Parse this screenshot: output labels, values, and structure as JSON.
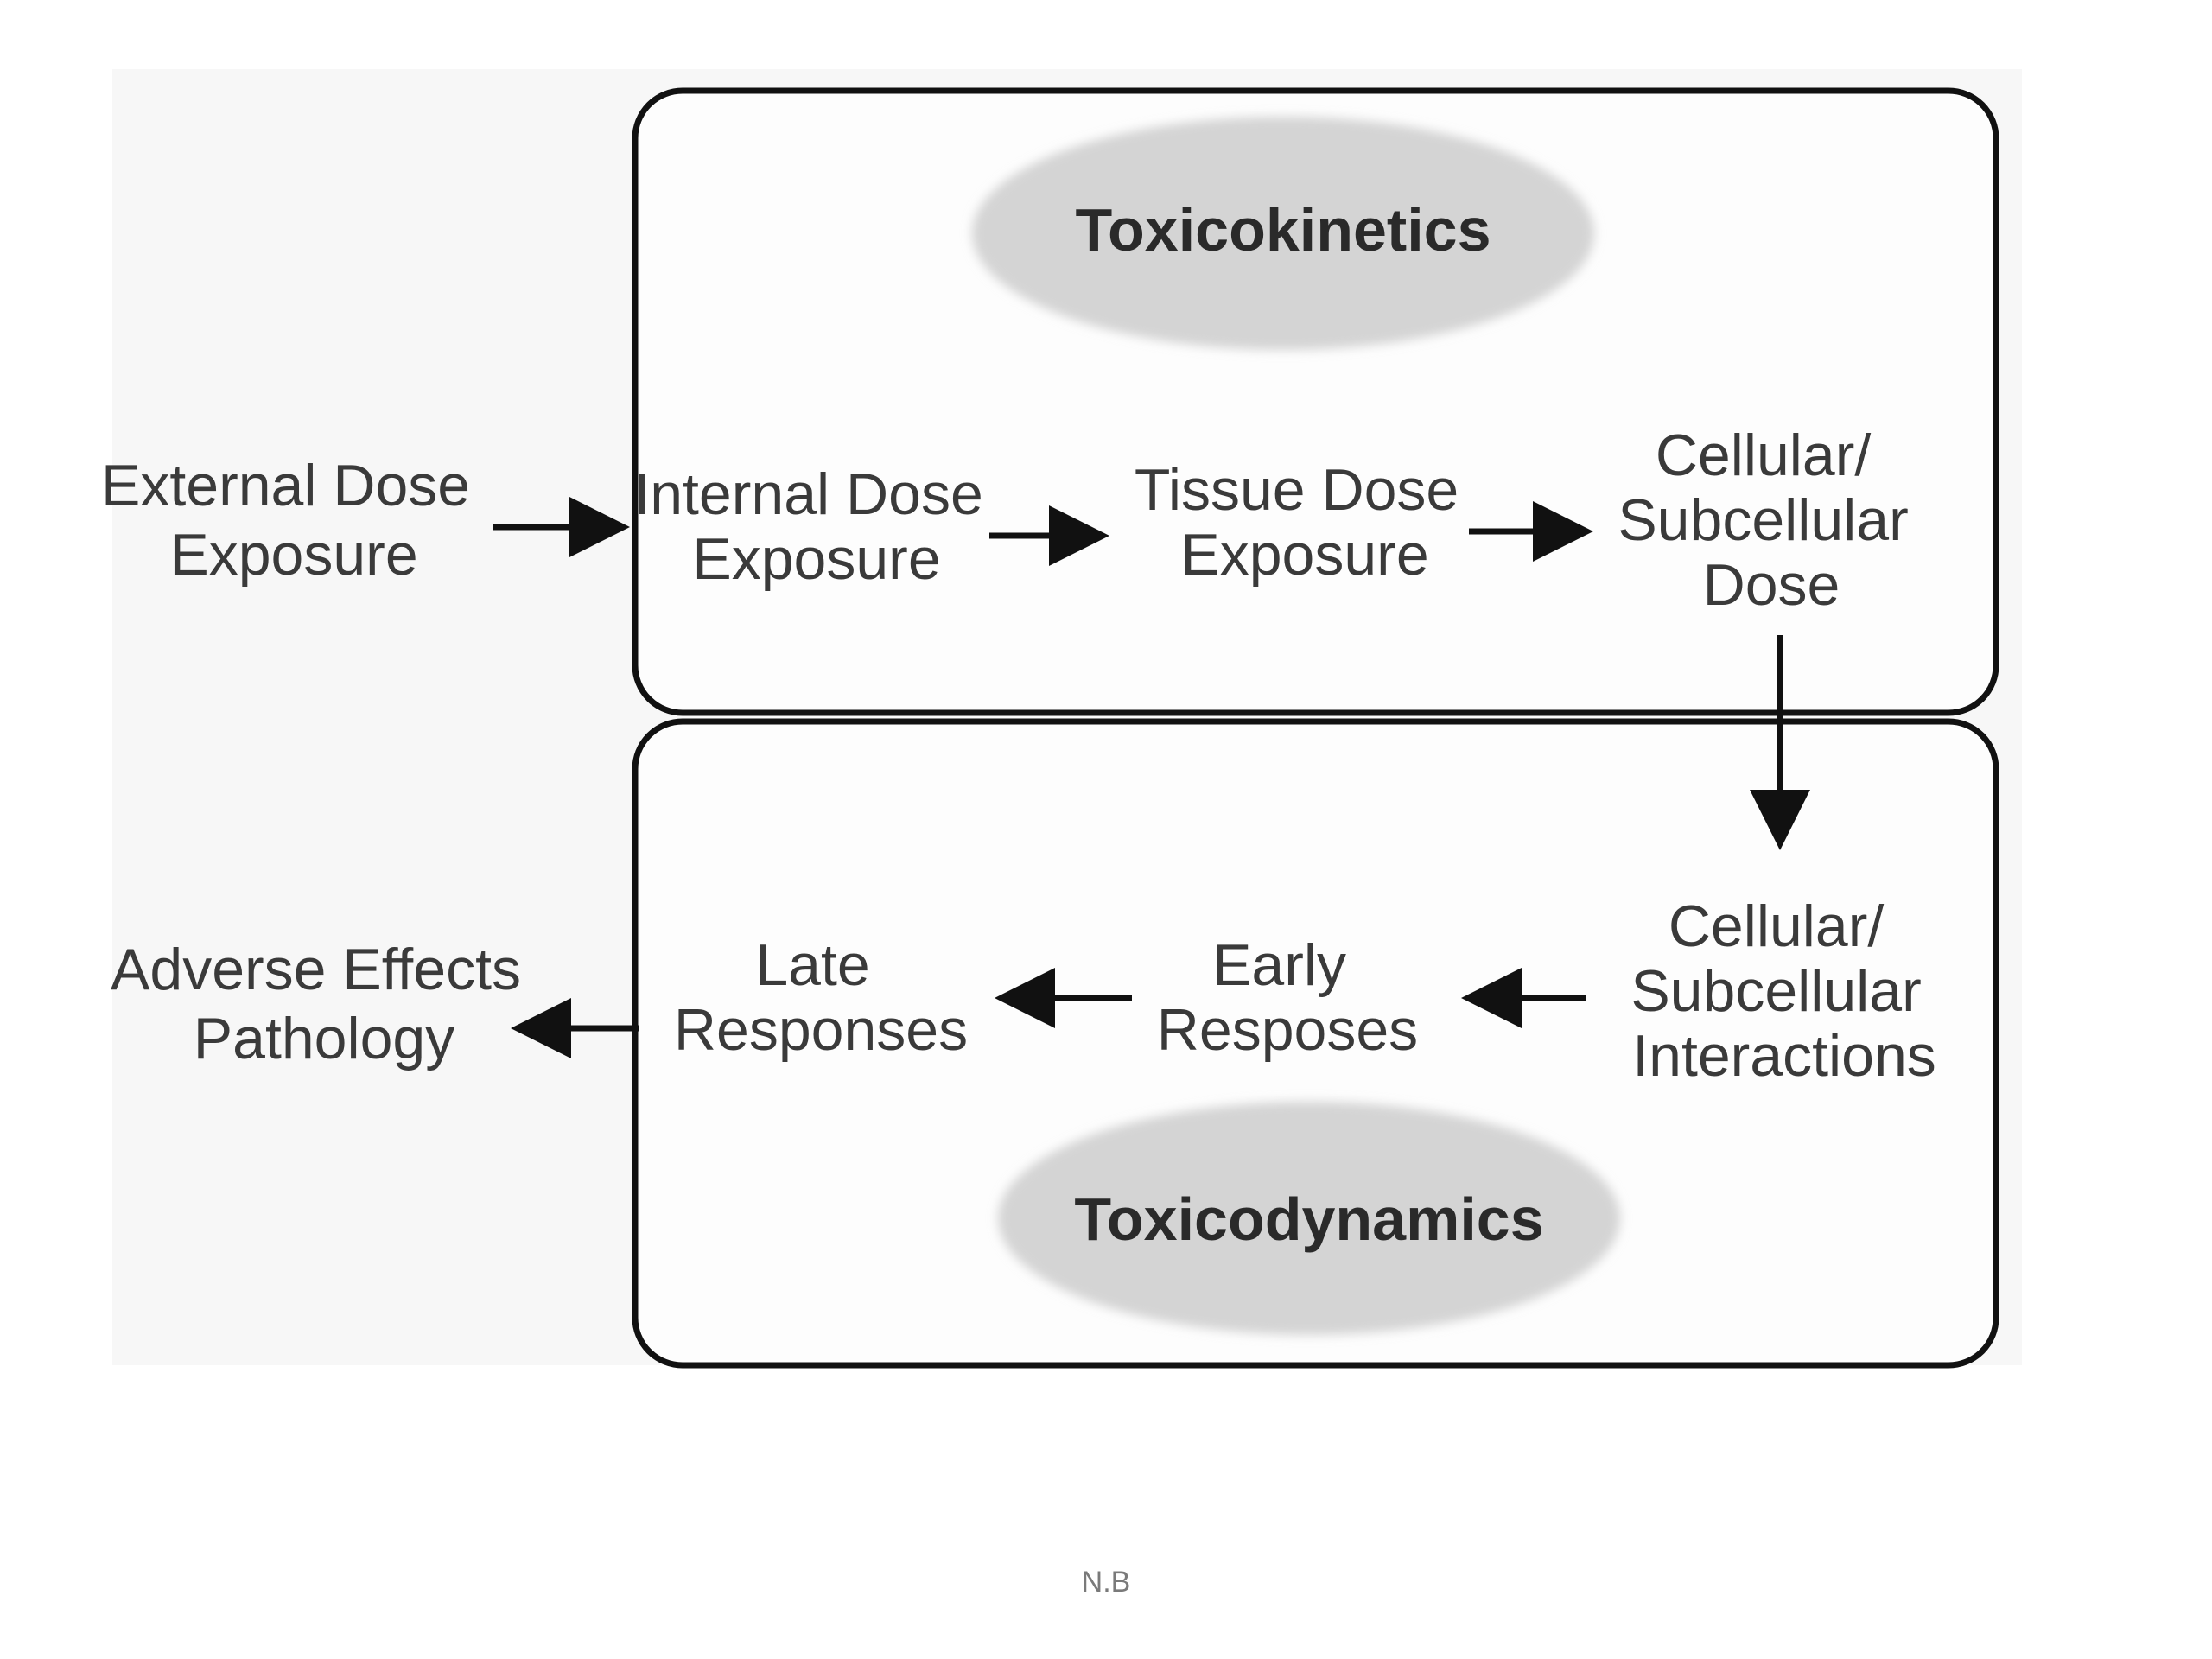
{
  "diagram": {
    "toxicokinetics_label": "Toxicokinetics",
    "toxicodynamics_label": "Toxicodynamics",
    "nodes": {
      "external_dose": [
        "External Dose",
        "Exposure"
      ],
      "internal_dose": [
        "Internal Dose",
        "Exposure"
      ],
      "tissue_dose": [
        "Tissue Dose",
        "Exposure"
      ],
      "cellular_dose": [
        "Cellular/",
        "Subcellular",
        "Dose"
      ],
      "cellular_interactions": [
        "Cellular/",
        "Subcellular",
        "Interactions"
      ],
      "early_responses": [
        "Early",
        "Resposes"
      ],
      "late_responses": [
        "Late",
        "Responses"
      ],
      "adverse_effects": [
        "Adverse Effects",
        "Pathology"
      ]
    }
  },
  "footer": {
    "text": "N.B"
  },
  "colors": {
    "text": "#3a3a3a",
    "stroke": "#111111",
    "ellipse_fill": "#d4d4d4",
    "background_panel": "#f7f7f7"
  }
}
